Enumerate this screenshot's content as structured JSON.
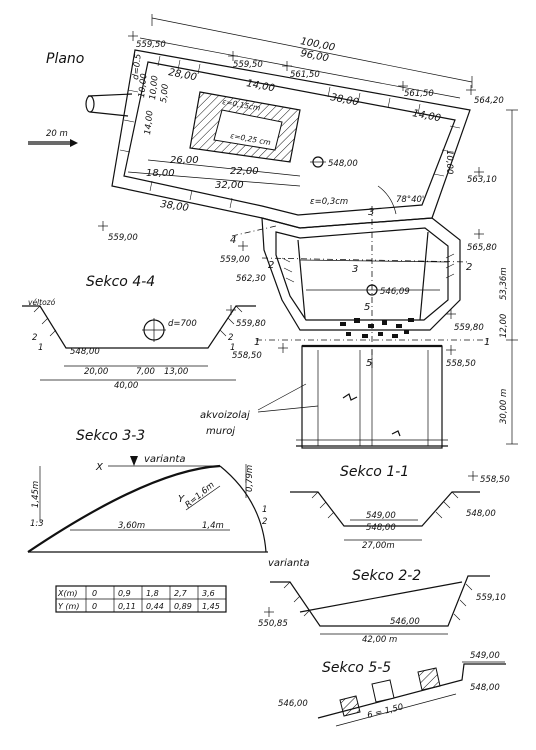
{
  "titles": {
    "plano": "Plano",
    "sekco44": "Sekco 4-4",
    "sekco33": "Sekco 3-3",
    "sekco11": "Sekco 1-1",
    "sekco22": "Sekco 2-2",
    "sekco55": "Sekco 5-5"
  },
  "scale_label": "20 m",
  "plan": {
    "dim_top_outer": "100,00",
    "dim_top_inner": "96,00",
    "dim_28": "28,00",
    "dim_14a": "14,00",
    "dim_38a": "38,00",
    "dim_14b": "14,00",
    "dim_26": "26,00",
    "dim_22": "22,00",
    "dim_18": "18,00",
    "dim_32": "32,00",
    "dim_38b": "38,00",
    "dim_10a": "10,00",
    "dim_10b": "10,00",
    "dim_5": "5,00",
    "dim_v14": "14,00",
    "dim_v10": "10,00",
    "dim_d": "d=0.5",
    "eps1": "ε=0,15cm",
    "eps2": "ε=0,25 cm",
    "eps3": "ε=0,3cm",
    "angle": "78°40'",
    "sec_right_dim": "53,36m",
    "sec_right_dim2": "30,00 m",
    "sec_right_dim3": "12,00",
    "akvoizolaj": "akvoizolaj",
    "muroj": "muroj",
    "elev": {
      "e559_50": "559,50",
      "e559_50b": "559,50",
      "e561_50": "561,50",
      "e561_50b": "561,50",
      "e564_20": "564,20",
      "e563_10": "563,10",
      "e565_80": "565,80",
      "e548_00": "548,00",
      "e559_00a": "559,00",
      "e559_00b": "559,00",
      "e562_30": "562,30",
      "e546_09": "546,09",
      "e559_80a": "559,80",
      "e559_80b": "559,80",
      "e558_50a": "558,50",
      "e558_50b": "558,50"
    },
    "cut_labels": {
      "c1": "1",
      "c2": "2",
      "c3": "3",
      "c4": "4",
      "c5": "5"
    }
  },
  "sec44": {
    "label_top": "véltozó",
    "d": "d=700",
    "elev": "548,00",
    "dim20": "20,00",
    "dim7": "7,00",
    "dim13": "13,00",
    "dim40": "40,00",
    "slope": "2",
    "slope1": "1"
  },
  "sec33": {
    "varianta": "varianta",
    "x": "X",
    "y": "Y",
    "radius": "R=1,6m",
    "h1": "1,45m",
    "h2": "0,79m",
    "w1": "3,60m",
    "w2": "1,4m",
    "s1": "1:3",
    "s2": "1",
    "s3": "2"
  },
  "table": {
    "rows": [
      [
        "X(m)",
        "0",
        "0,9",
        "1,8",
        "2,7",
        "3,6"
      ],
      [
        "Y (m)",
        "0",
        "0,11",
        "0,44",
        "0,89",
        "1,45"
      ]
    ]
  },
  "sec11": {
    "elev_top": "558,50",
    "elev_mid": "549,00",
    "elev_bot": "548,00",
    "elev_r": "548,00",
    "dim": "27,00m"
  },
  "sec22": {
    "varianta": "varianta",
    "elev_l": "550,85",
    "elev_r": "559,10",
    "elev_bot": "546,00",
    "dim": "42,00 m"
  },
  "sec55": {
    "elev_top": "549,00",
    "elev_r": "548,00",
    "elev_l": "546,00",
    "dim": "6 = 1,50"
  }
}
